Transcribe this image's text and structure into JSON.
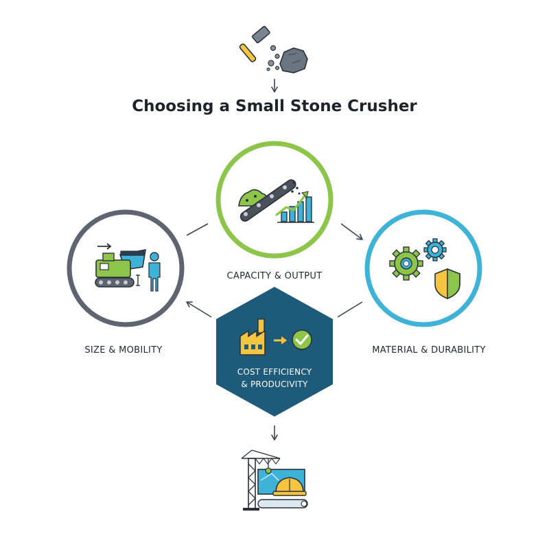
{
  "title": "Choosing a Small Stone Crusher",
  "nodes": {
    "capacity": {
      "label": "CAPACITY & OUTPUT",
      "ring_color": "#8dc44a"
    },
    "size": {
      "label": "SIZE & MOBILITY",
      "ring_color": "#5f6570"
    },
    "material": {
      "label": "MATERIAL & DURABILITY",
      "ring_color": "#3fb2d8"
    },
    "cost": {
      "line1": "COST EFFICIENCY",
      "line2": "& PRODUCIVITY",
      "fill_color": "#1e5a7a"
    }
  },
  "icons": {
    "top": "hammer-rock-icon",
    "capacity": "conveyor-growth-chart-icon",
    "size": "compact-crusher-worker-icon",
    "material": "gears-shield-icon",
    "cost": "factory-to-checkmark-icon",
    "bottom": "crane-helmet-icon"
  },
  "colors": {
    "line": "#3a4452",
    "accent_green": "#8dc44a",
    "accent_blue": "#3fb2d8",
    "accent_yellow": "#f5c542",
    "dark_navy": "#1e5a7a"
  }
}
